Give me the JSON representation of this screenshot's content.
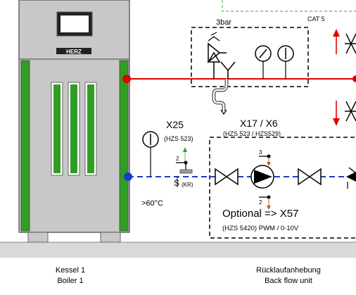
{
  "header": {
    "cat_label": "CAT 5"
  },
  "safety_group": {
    "pressure_label": "3bar"
  },
  "boiler": {
    "brand": "HERZ"
  },
  "sensor_x25": {
    "label": "X25",
    "code": "(HZS 523)",
    "connector_pin": "2",
    "sensor_label": "S",
    "sensor_sub": "(KR)",
    "temp_label": ">60°C"
  },
  "pump_group": {
    "label": "X17 / X6",
    "code": "(HZS 523 / HZS529)",
    "pin_top": "3",
    "pin_bottom": "2",
    "optional_label": "Optional => X57",
    "optional_code": "(HZS 5420) PWM / 0-10V"
  },
  "captions": {
    "boiler_de": "Kessel 1",
    "boiler_en": "Boiler 1",
    "unit_de": "Rücklaufanhebung",
    "unit_en": "Back flow unit"
  },
  "colors": {
    "supply_line": "#e00000",
    "return_line": "#1a3cc8",
    "boiler_panel": "#2f9e23",
    "boiler_body": "#c8c8c8",
    "floor": "#d9d9d9"
  }
}
